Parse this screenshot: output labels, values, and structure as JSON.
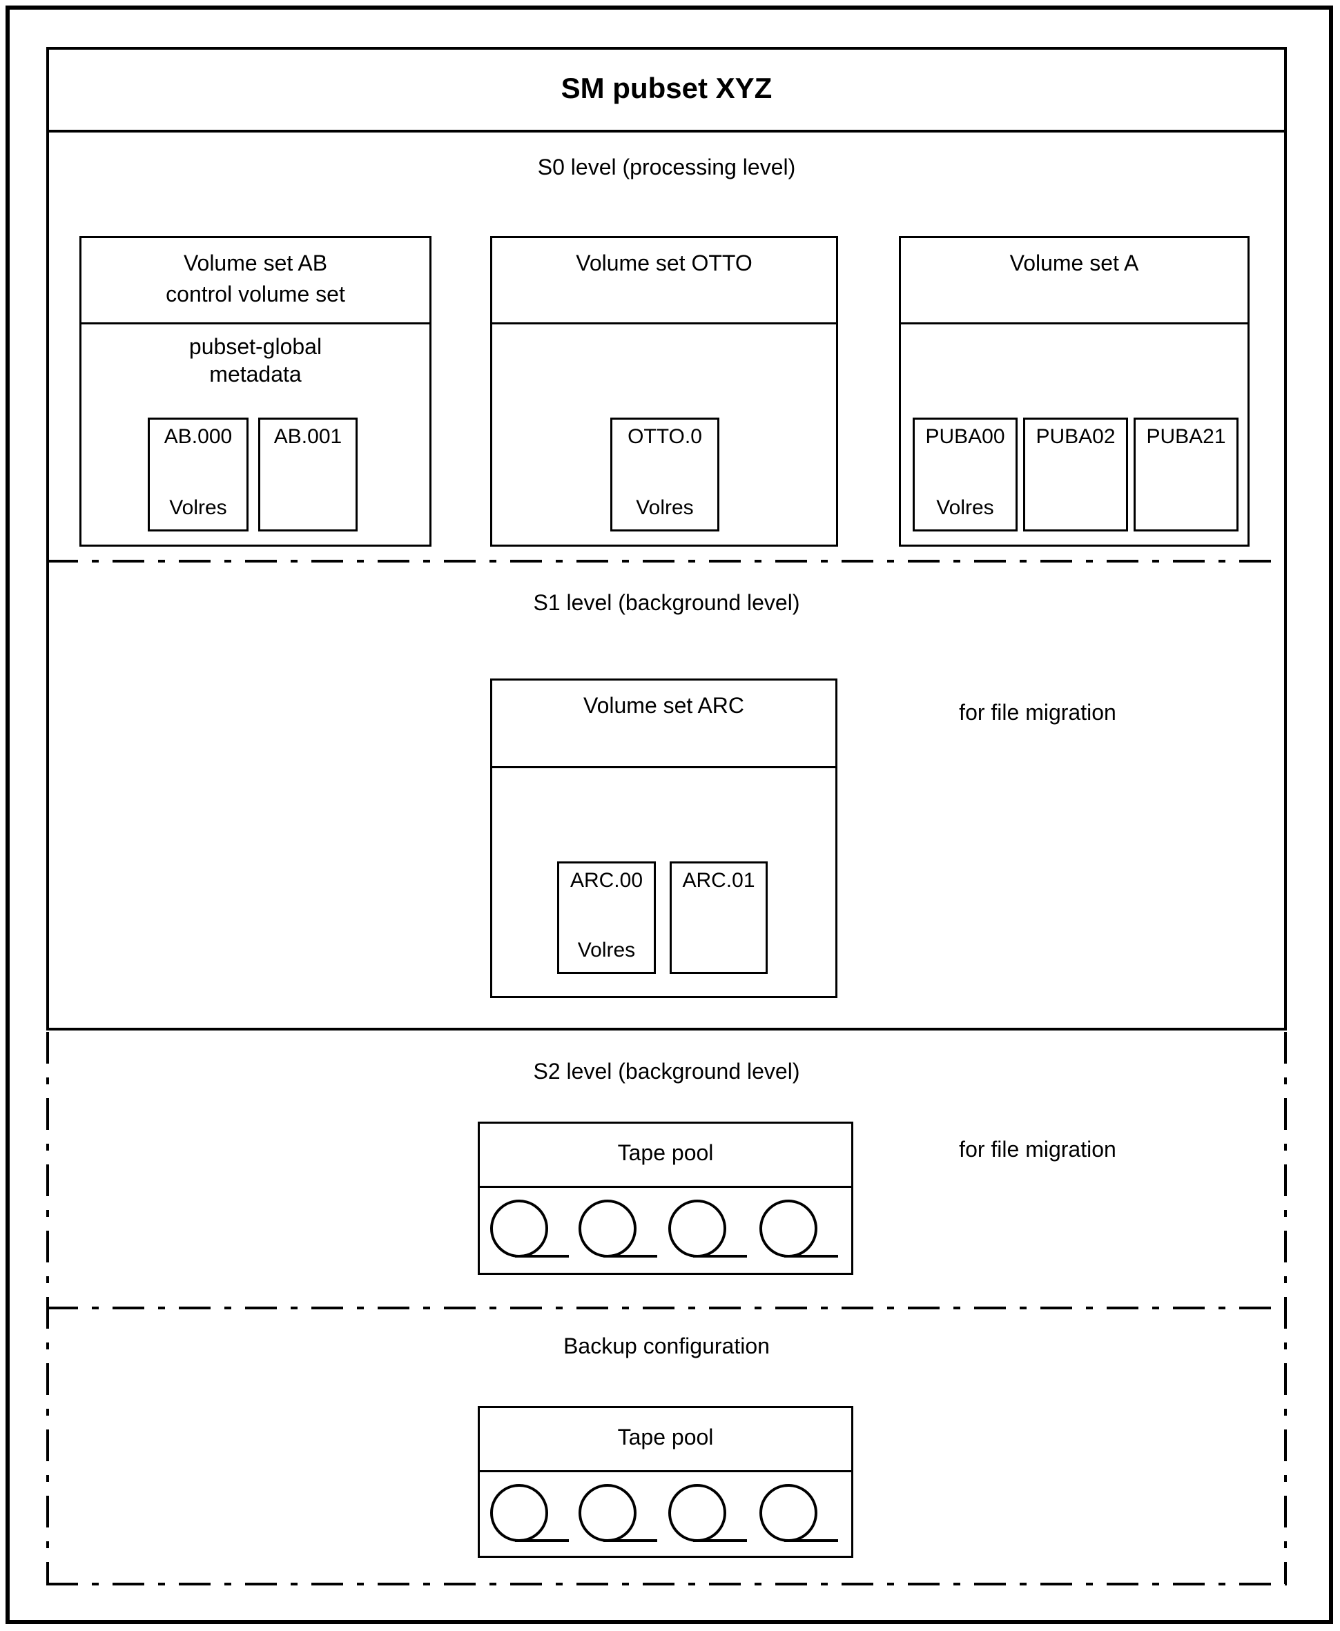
{
  "diagram": {
    "title": "SM pubset XYZ",
    "colors": {
      "line": "#000000",
      "background": "#ffffff"
    },
    "s0": {
      "label": "S0 level (processing level)",
      "volume_sets": [
        {
          "title_line1": "Volume set AB",
          "title_line2": "control volume set",
          "body_line1": "pubset-global",
          "body_line2": "metadata",
          "volumes": [
            {
              "name": "AB.000",
              "label": "Volres"
            },
            {
              "name": "AB.001"
            }
          ]
        },
        {
          "title_line1": "Volume set OTTO",
          "volumes": [
            {
              "name": "OTTO.0",
              "label": "Volres"
            }
          ]
        },
        {
          "title_line1": "Volume set A",
          "volumes": [
            {
              "name": "PUBA00",
              "label": "Volres"
            },
            {
              "name": "PUBA02"
            },
            {
              "name": "PUBA21"
            }
          ]
        }
      ]
    },
    "s1": {
      "label": "S1 level (background level)",
      "note": "for file migration",
      "arc": {
        "title": "Volume set ARC",
        "volumes": [
          {
            "name": "ARC.00",
            "label": "Volres"
          },
          {
            "name": "ARC.01"
          }
        ]
      }
    },
    "s2": {
      "label": "S2 level (background level)",
      "note": "for file migration",
      "tape_pool_label": "Tape pool",
      "tape_count": 4
    },
    "backup": {
      "label": "Backup configuration",
      "tape_pool_label": "Tape pool",
      "tape_count": 4
    }
  }
}
